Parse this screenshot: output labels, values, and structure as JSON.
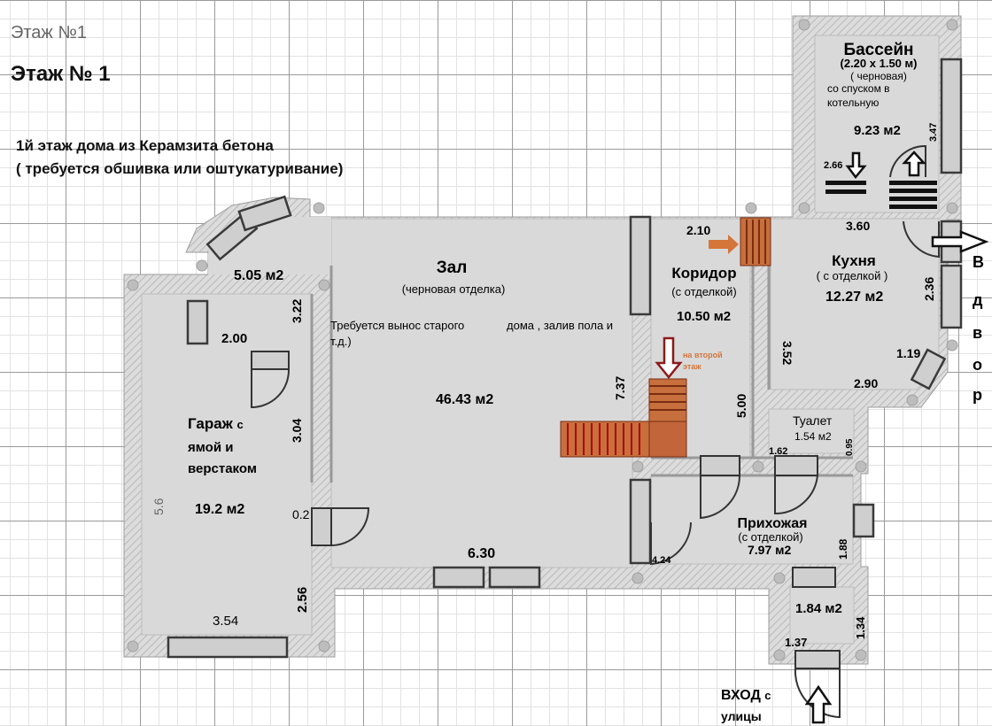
{
  "header": {
    "title_small": "Этаж №1",
    "title_big": "Этаж № 1"
  },
  "description": {
    "line1": "1й этаж дома из Керамзита бетона",
    "line2": "( требуется обшивка или оштукатуривание)"
  },
  "rooms": {
    "pool": {
      "name": "Бассейн",
      "size": "(2.20 х 1.50 м)",
      "note1": "( черновая)",
      "note2": "со спуском в",
      "note3": "котельную",
      "area": "9.23 м2"
    },
    "hall": {
      "name": "Зал",
      "finish": "(черновая отделка)",
      "area": "46.43 м2",
      "note_a": "Требуется вынос старого",
      "note_b": "дома , залив пола и",
      "note_c": "т.д.)"
    },
    "bay": {
      "area": "5.05 м2"
    },
    "corridor": {
      "name": "Коридор",
      "finish": "(с отделкой)",
      "area": "10.50 м2"
    },
    "kitchen": {
      "name": "Кухня",
      "finish": "( с отделкой )",
      "area": "12.27 м2"
    },
    "toilet": {
      "name": "Туалет",
      "area": "1.54 м2"
    },
    "garage": {
      "name1": "Гараж",
      "name1b": "с",
      "name2": "ямой и",
      "name3": "верстаком",
      "area": "19.2 м2"
    },
    "entry": {
      "name": "Прихожая",
      "finish": "(с отделкой)",
      "area": "7.97 м2"
    },
    "vestibule": {
      "area": "1.84 м2"
    }
  },
  "stairs_note": {
    "line1": "на второй",
    "line2": "этаж"
  },
  "dims": {
    "d347": "3.47",
    "d266": "2.66",
    "d360": "3.60",
    "d210": "2.10",
    "d236": "2.36",
    "d322": "3.22",
    "d200": "2.00",
    "d352": "3.52",
    "d737": "7.37",
    "d500": "5.00",
    "d119": "1.19",
    "d290": "2.90",
    "d095": "0.95",
    "d162": "1.62",
    "d304": "3.04",
    "d56": "5.6",
    "d02": "0.2",
    "d256": "2.56",
    "d354": "3.54",
    "d630": "6.30",
    "d424": "4.24",
    "d188": "1.88",
    "d137": "1.37",
    "d134": "1.34"
  },
  "exits": {
    "yard": [
      "В",
      "д",
      "в",
      "о",
      "р"
    ],
    "entrance1": "ВХОД",
    "entrance1b": "с",
    "entrance2": "улицы"
  },
  "colors": {
    "wall": "#c9c9c9",
    "room": "#d9d9d9",
    "stairs": "#b5532d",
    "arrow_red": "#8b1a1a",
    "arrow_orange": "#d4753a"
  }
}
